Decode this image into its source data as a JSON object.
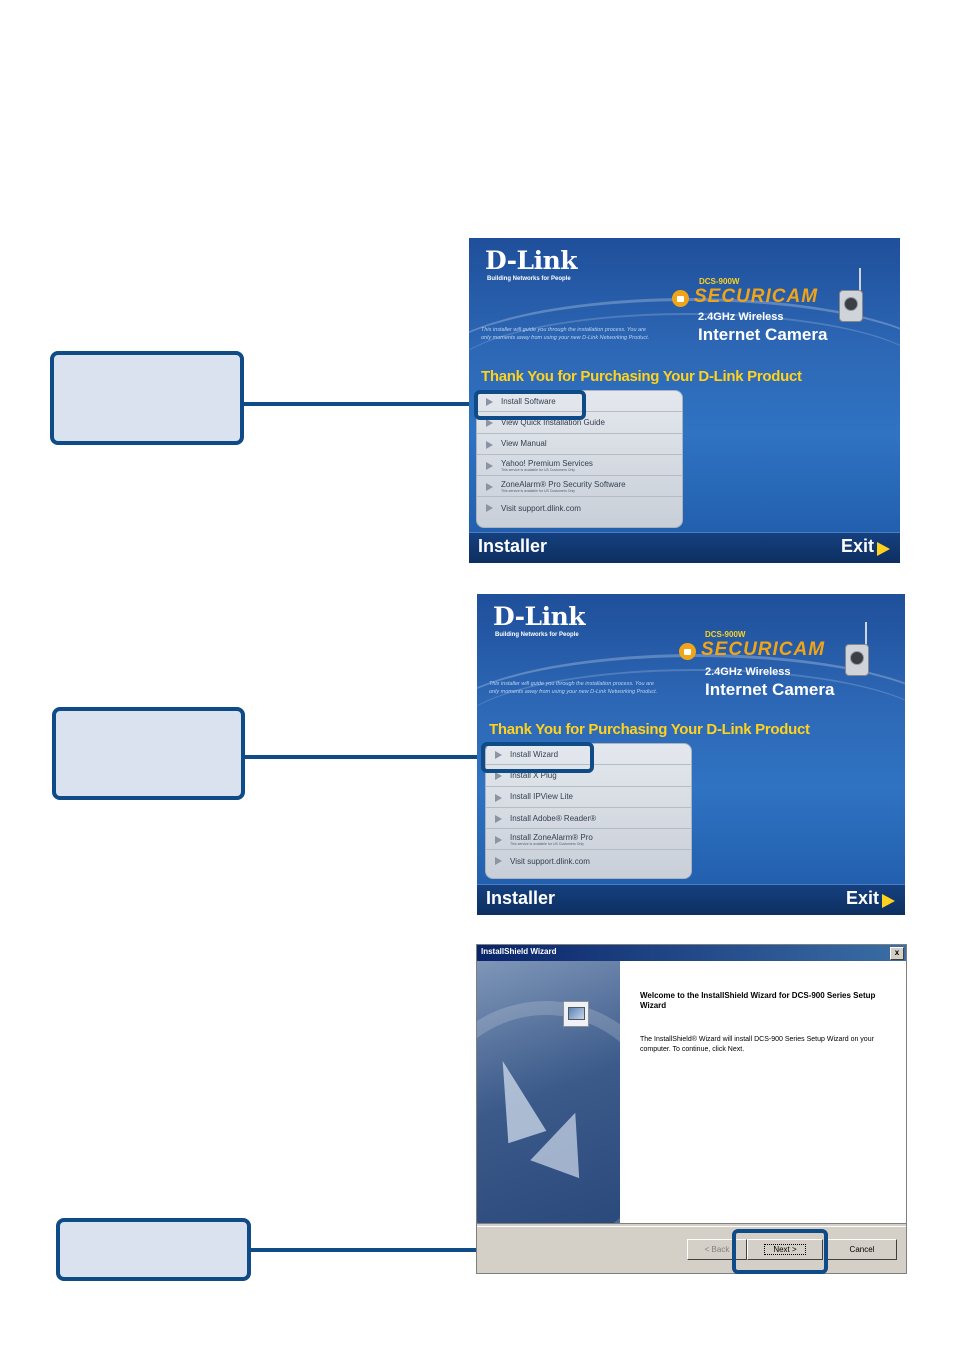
{
  "panel1": {
    "logo": "D-Link",
    "tagline": "Building Networks for People",
    "model": "DCS-900W",
    "brand": "SECURICAM",
    "subtitle1": "2.4GHz Wireless",
    "subtitle2": "Internet Camera",
    "intro": "This installer will guide you through the installation process. You are only moments away from using your new D-Link Networking Product.",
    "thanks": "Thank You for Purchasing Your D-Link Product",
    "menu": [
      {
        "label": "Install Software"
      },
      {
        "label": "View Quick Installation Guide"
      },
      {
        "label": "View Manual"
      },
      {
        "label": "Yahoo! Premium Services",
        "sub": "This service is available for US Customers Only"
      },
      {
        "label": "ZoneAlarm® Pro Security Software",
        "sub": "This service is available for US Customers Only"
      },
      {
        "label": "Visit support.dlink.com"
      }
    ],
    "footer_left": "Installer",
    "footer_right": "Exit"
  },
  "panel2": {
    "logo": "D-Link",
    "tagline": "Building Networks for People",
    "model": "DCS-900W",
    "brand": "SECURICAM",
    "subtitle1": "2.4GHz Wireless",
    "subtitle2": "Internet Camera",
    "intro": "This installer will guide you through the installation process. You are only moments away from using your new D-Link Networking Product.",
    "thanks": "Thank You for Purchasing Your D-Link Product",
    "menu": [
      {
        "label": "Install Wizard"
      },
      {
        "label": "Install X Plug"
      },
      {
        "label": "Install IPView Lite"
      },
      {
        "label": "Install Adobe® Reader®"
      },
      {
        "label": "Install ZoneAlarm® Pro",
        "sub": "This service is available for US Customers Only"
      },
      {
        "label": "Visit support.dlink.com"
      }
    ],
    "footer_left": "Installer",
    "footer_right": "Exit"
  },
  "wizard": {
    "title": "InstallShield Wizard",
    "close": "x",
    "heading": "Welcome to the InstallShield Wizard for DCS-900 Series Setup Wizard",
    "body": "The InstallShield® Wizard will install DCS-900 Series Setup Wizard on your computer. To continue, click Next.",
    "back_label": "< Back",
    "next_label": "Next >",
    "cancel_label": "Cancel"
  }
}
